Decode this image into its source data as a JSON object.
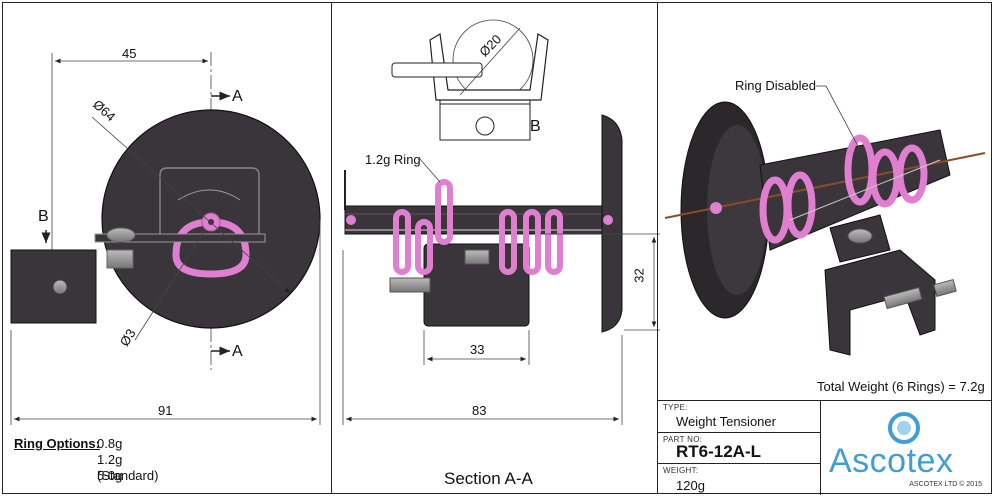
{
  "left_view": {
    "dim_top": "45",
    "dim_diameter": "Ø64",
    "dim_small_diameter": "Ø3",
    "dim_bottom": "91",
    "section_mark_top": "A",
    "section_mark_bottom": "A",
    "view_mark": "B"
  },
  "ring_options": {
    "title": "Ring Options:",
    "values": [
      "0.8g",
      "1.2g (Standard)",
      "5.0g"
    ]
  },
  "middle_view": {
    "dim_small_diameter": "Ø20",
    "view_label": "B",
    "ring_label": "1.2g Ring",
    "dim_width": "33",
    "dim_height": "32",
    "dim_bottom": "83",
    "section_title": "Section A-A"
  },
  "right_view": {
    "ring_disabled_label": "Ring Disabled",
    "total_weight": "Total Weight (6 Rings) = 7.2g"
  },
  "title_block": {
    "type_caption": "TYPE:",
    "type_value": "Weight Tensioner",
    "part_caption": "PART NO:",
    "part_value": "RT6-12A-L",
    "weight_caption": "WEIGHT:",
    "weight_value": "120g",
    "logo_text": "Ascotex",
    "copyright": "ASCOTEX LTD © 2015"
  },
  "colors": {
    "body": "#3a353a",
    "ring": "#e07fd0",
    "logo": "#3f9fd3"
  }
}
